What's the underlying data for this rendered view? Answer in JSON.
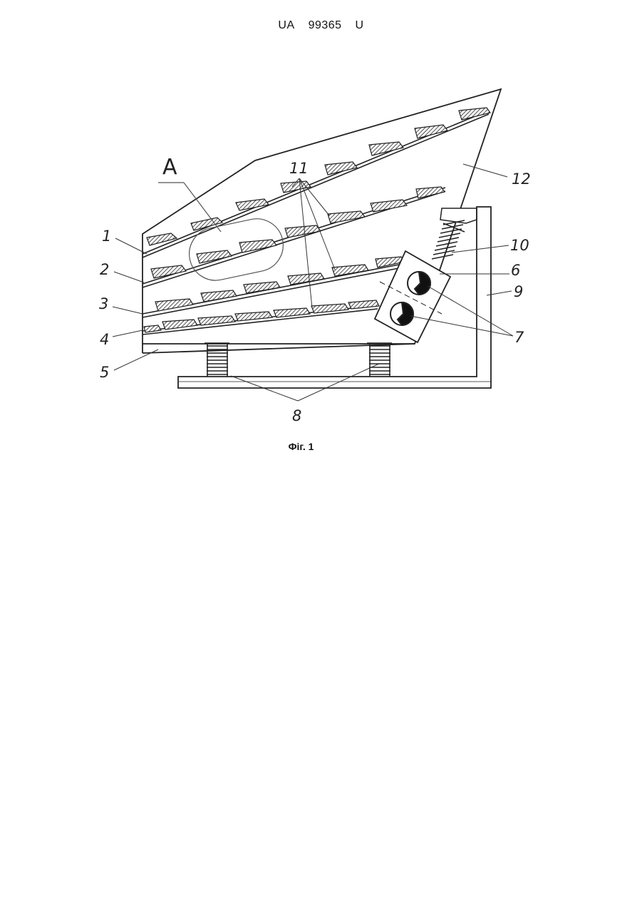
{
  "header": {
    "country": "UA",
    "number": "99365",
    "kind": "U"
  },
  "figure": {
    "caption": "Фіг. 1",
    "view_label": "A",
    "callouts": [
      "1",
      "2",
      "3",
      "4",
      "5",
      "6",
      "7",
      "8",
      "9",
      "10",
      "11",
      "12"
    ]
  }
}
